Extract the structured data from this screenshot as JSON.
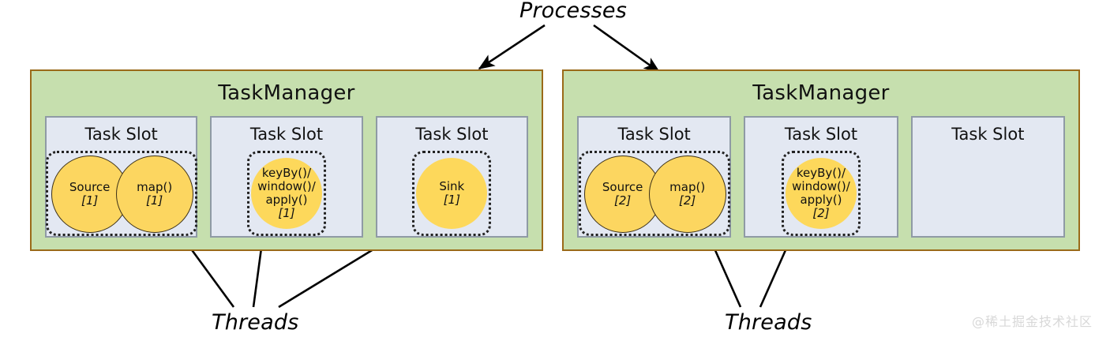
{
  "diagram": {
    "title_top": "Processes",
    "threads_label_left": "Threads",
    "threads_label_right": "Threads",
    "watermark": "@稀土掘金技术社区",
    "colors": {
      "taskmanager_fill": "#c6dfae",
      "taskmanager_border": "#9a6a19",
      "slot_fill": "#e3e8f2",
      "slot_border": "#8f9aa5",
      "operator_fill": "#fdd85b",
      "operator_border": "#3d3118",
      "thread_boundary": "#222222",
      "background": "#ffffff",
      "watermark": "#d8d8d8"
    },
    "taskmanagers": [
      {
        "title": "TaskManager",
        "slots": [
          {
            "title": "Task Slot",
            "group": "wide",
            "operators": [
              {
                "name": "Source",
                "index": "[1]",
                "outlined": true
              },
              {
                "name": "map()",
                "index": "[1]",
                "outlined": true
              }
            ]
          },
          {
            "title": "Task Slot",
            "group": "narrow",
            "operators": [
              {
                "name": "keyBy()/\nwindow()/\napply()",
                "index": "[1]",
                "outlined": false
              }
            ]
          },
          {
            "title": "Task Slot",
            "group": "narrow",
            "operators": [
              {
                "name": "Sink",
                "index": "[1]",
                "outlined": false
              }
            ]
          }
        ]
      },
      {
        "title": "TaskManager",
        "slots": [
          {
            "title": "Task Slot",
            "group": "wide",
            "operators": [
              {
                "name": "Source",
                "index": "[2]",
                "outlined": true
              },
              {
                "name": "map()",
                "index": "[2]",
                "outlined": true
              }
            ]
          },
          {
            "title": "Task Slot",
            "group": "narrow",
            "operators": [
              {
                "name": "keyBy()/\nwindow()/\napply()",
                "index": "[2]",
                "outlined": false
              }
            ]
          },
          {
            "title": "Task Slot",
            "group": "none",
            "operators": []
          }
        ]
      }
    ]
  }
}
